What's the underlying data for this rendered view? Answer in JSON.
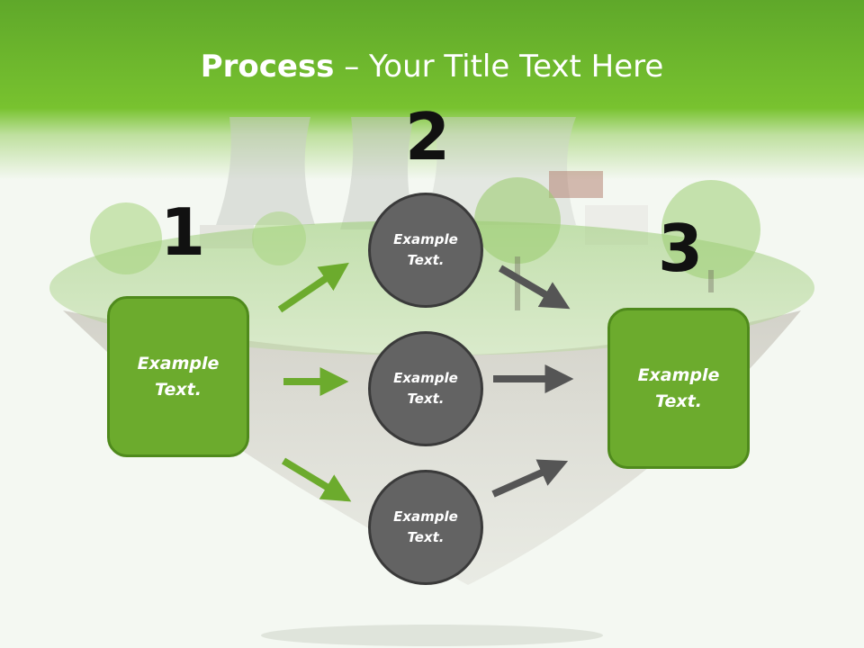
{
  "title": {
    "bold": "Process",
    "rest": " – Your Title Text Here"
  },
  "steps": {
    "one": {
      "number": "1",
      "text": "Example Text."
    },
    "two": {
      "number": "2"
    },
    "three": {
      "number": "3",
      "text": "Example Text."
    }
  },
  "circles": [
    {
      "text": "Example Text."
    },
    {
      "text": "Example Text."
    },
    {
      "text": "Example Text."
    }
  ],
  "colors": {
    "header": "#78c22f",
    "box": "#6cab2d",
    "circle": "#636363",
    "arrow_green": "#6cab2d",
    "arrow_gray": "#555555"
  }
}
